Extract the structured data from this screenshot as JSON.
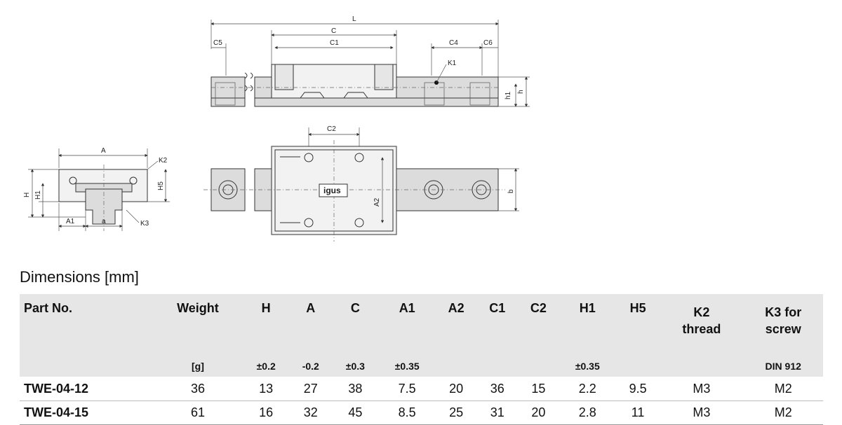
{
  "drawing": {
    "labels": {
      "L": "L",
      "C": "C",
      "C1": "C1",
      "C4": "C4",
      "C5": "C5",
      "C6": "C6",
      "K1": "K1",
      "h1": "h1",
      "h": "h",
      "C2": "C2",
      "A2": "A2",
      "b": "b",
      "A": "A",
      "K2": "K2",
      "H": "H",
      "H1": "H1",
      "H5": "H5",
      "A1": "A1",
      "a": "a",
      "K3": "K3",
      "logo": "igus"
    }
  },
  "section_title": "Dimensions [mm]",
  "table": {
    "headers": [
      {
        "line1": "Part No.",
        "line2": ""
      },
      {
        "line1": "Weight",
        "line2": ""
      },
      {
        "line1": "H",
        "line2": ""
      },
      {
        "line1": "A",
        "line2": ""
      },
      {
        "line1": "C",
        "line2": ""
      },
      {
        "line1": "A1",
        "line2": ""
      },
      {
        "line1": "A2",
        "line2": ""
      },
      {
        "line1": "C1",
        "line2": ""
      },
      {
        "line1": "C2",
        "line2": ""
      },
      {
        "line1": "H1",
        "line2": ""
      },
      {
        "line1": "H5",
        "line2": ""
      },
      {
        "line1": "K2",
        "line2": "thread"
      },
      {
        "line1": "K3 for",
        "line2": "screw"
      }
    ],
    "tolerances": [
      "",
      "[g]",
      "±0.2",
      "-0.2",
      "±0.3",
      "±0.35",
      "",
      "",
      "",
      "±0.35",
      "",
      "",
      "DIN 912"
    ],
    "rows": [
      [
        "TWE-04-12",
        "36",
        "13",
        "27",
        "38",
        "7.5",
        "20",
        "36",
        "15",
        "2.2",
        "9.5",
        "M3",
        "M2"
      ],
      [
        "TWE-04-15",
        "61",
        "16",
        "32",
        "45",
        "8.5",
        "25",
        "31",
        "20",
        "2.8",
        "11",
        "M3",
        "M2"
      ]
    ]
  }
}
